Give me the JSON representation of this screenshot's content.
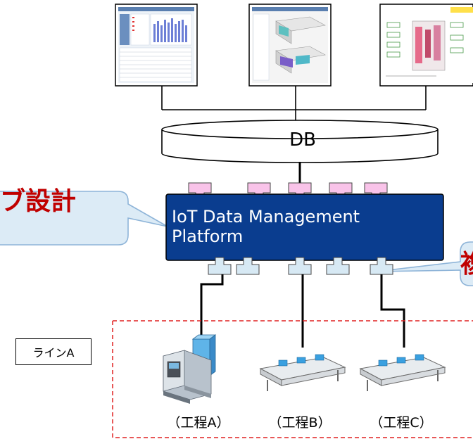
{
  "database": {
    "label": "DB"
  },
  "platform": {
    "label_line1": "IoT Data Management",
    "label_line2": "Platform"
  },
  "callouts": {
    "left": {
      "text": "ブ設計"
    },
    "right": {
      "text": "複"
    }
  },
  "line": {
    "label": "ラインA"
  },
  "processes": [
    {
      "label": "（工程A）"
    },
    {
      "label": "（工程B）"
    },
    {
      "label": "（工程C）"
    }
  ],
  "colors": {
    "platform_fill": "#0a3d8f",
    "top_connector": "#f9c3e9",
    "bottom_connector": "#d7e9f4",
    "callout_fill": "#dcebf6",
    "callout_border": "#8eb4d8",
    "callout_text": "#c00000",
    "dashed_frame": "#e02020"
  }
}
